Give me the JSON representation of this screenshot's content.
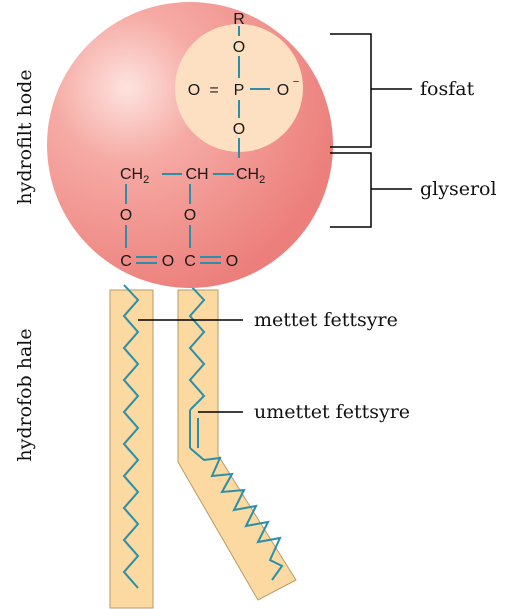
{
  "side_labels": {
    "head": "hydrofilt hode",
    "tail": "hydrofob hale"
  },
  "callouts": {
    "phosphate": "fosfat",
    "glycerol": "glyserol",
    "saturated": "mettet fettsyre",
    "unsaturated": "umettet fettsyre"
  },
  "atoms": {
    "r": "R",
    "o_top": "O",
    "o_left": "O",
    "eq_left": "=",
    "p": "P",
    "o_right": "O",
    "minus": "−",
    "o_bottom": "O",
    "ch2_left": "CH",
    "sub2_left": "2",
    "ch_mid": "CH",
    "ch2_right": "CH",
    "sub2_right": "2",
    "o_ester1": "O",
    "o_ester2": "O",
    "c1": "C",
    "o_carbonyl1": "O",
    "c2": "C",
    "o_carbonyl2": "O"
  },
  "colors": {
    "head": "#ef8a86",
    "phosphate_zone": "#fde0c2",
    "tail_fill": "#fbd9a1",
    "bond": "#2a8fa8"
  }
}
